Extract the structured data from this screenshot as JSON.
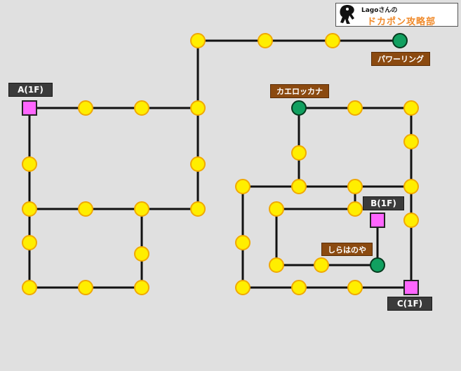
{
  "logo": {
    "subtitle": "Lagoさんの",
    "title": "ドカポン攻略部",
    "icon": "mascot-icon"
  },
  "labels": {
    "a": "A(1F)",
    "b": "B(1F)",
    "c": "C(1F)",
    "power_ring": "パワーリング",
    "kaero_kkana": "カエロッカナ",
    "shirahanoya": "しらはのや"
  },
  "colors": {
    "background": "#e0e0e0",
    "path": "#111111",
    "space_yellow": "#ffee00",
    "space_yellow_border": "#f0a800",
    "item_green": "#11a060",
    "item_green_border": "#063a1e",
    "exit_pink": "#ff66ff",
    "exit_pink_border": "#222222",
    "label_dark": "#3b3b3b",
    "label_brown": "#8b4a10",
    "logo_orange": "#f08a2a"
  }
}
